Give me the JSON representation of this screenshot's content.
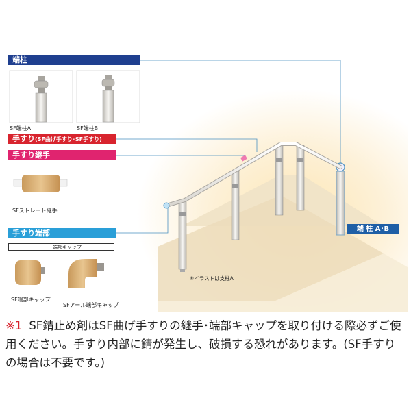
{
  "sections": {
    "post_title": "端柱",
    "handrail_title": "手すり",
    "handrail_sub": "(SF曲げ手すり･SF手すり)",
    "joint_title": "手すり継手",
    "end_title": "手すり端部",
    "end_sub": "端部キャップ"
  },
  "labels": {
    "post_a": "SF端柱A",
    "post_b": "SF端柱B",
    "straight_joint": "SFストレート継手",
    "end_cap": "SF端部キャップ",
    "elbow_cap": "SFアール端部キャップ",
    "illust_note": "※イラストは支柱A",
    "end_post_badge": "端 柱 A･B"
  },
  "note": {
    "mark": "※1",
    "text": "SF錆止め剤はSF曲げ手すりの継手･端部キャップを取り付ける際必ずご使用ください。手すり内部に錆が発生し、破損する恐れがあります。(SF手すりの場合は不要です。)"
  },
  "colors": {
    "navy": "#1f3f8f",
    "red": "#d8242e",
    "magenta": "#e0246f",
    "sky": "#2a9fd8",
    "wood": "#d8b177",
    "steel": "#c9c6c0",
    "accent_line": "#4a90c0"
  }
}
